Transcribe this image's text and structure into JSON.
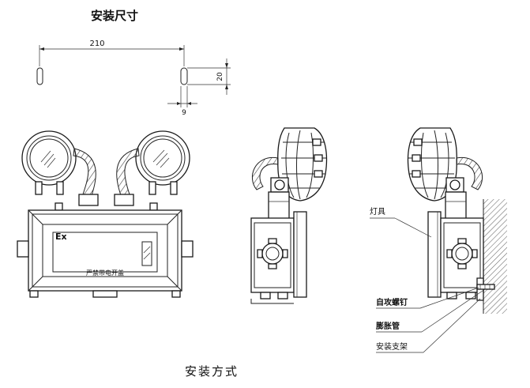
{
  "title": "安装尺寸",
  "dimensions": {
    "width": "210",
    "height": "20",
    "slot": "9"
  },
  "front_view": {
    "ex_mark": "Ex",
    "warning": "严禁带电开盖"
  },
  "callouts": {
    "lamp": "灯具",
    "screw": "自攻螺钉",
    "anchor": "膨胀管",
    "bracket": "安装支架"
  },
  "caption": "安装方式"
}
